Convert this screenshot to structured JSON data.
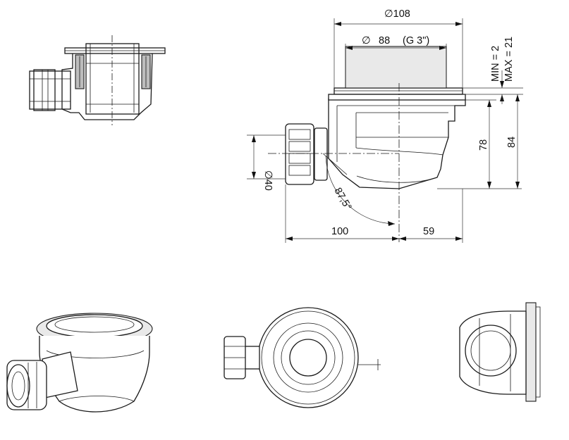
{
  "dimensions": {
    "outer_diameter": "∅108",
    "inner_diameter_symbol": "∅",
    "inner_diameter": "88",
    "thread": "(G 3\")",
    "min_label": "MIN = 2",
    "max_label": "MAX = 21",
    "height_inner": "78",
    "height_total": "84",
    "outlet_diameter": "∅40",
    "angle": "87,5°",
    "length_left": "100",
    "length_right": "59"
  }
}
